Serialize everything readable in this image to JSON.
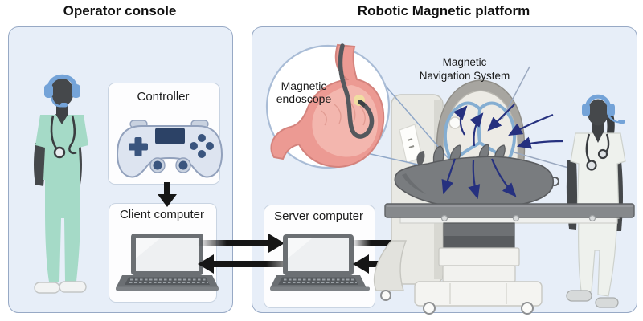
{
  "left_panel": {
    "title": "Operator console",
    "operator_figure": "operator-with-headset-icon",
    "controller_box": {
      "label": "Controller",
      "icon": "gamepad-icon"
    },
    "client_box": {
      "label": "Client computer",
      "icon": "laptop-icon"
    }
  },
  "right_panel": {
    "title": "Robotic Magnetic platform",
    "server_box": {
      "label": "Server computer",
      "icon": "laptop-icon"
    },
    "inset": {
      "label_line1": "Magnetic",
      "label_line2": "endoscope",
      "icon": "stomach-endoscope-icon"
    },
    "nav_system_label": {
      "line1": "Magnetic",
      "line2": "Navigation System"
    },
    "figures": {
      "assistant": "assistant-with-headset-icon",
      "subject": "pig-icon"
    },
    "equipment": [
      "magnetic-navigation-robot",
      "operating-table"
    ]
  },
  "connections": [
    {
      "from": "Controller",
      "to": "Client computer",
      "direction": "down"
    },
    {
      "from": "Client computer",
      "to": "Server computer",
      "direction": "bidirectional"
    },
    {
      "from": "Server computer",
      "to": "Robotic Magnetic platform",
      "direction": "bidirectional"
    }
  ],
  "colors": {
    "panel_fill": "#e7eef8",
    "panel_border": "#97a9c5",
    "box_fill": "#fdfdfe",
    "box_border": "#c9d4e2",
    "arrow_black": "#161616",
    "field_line_navy": "#26317f",
    "trefoil_blue": "#85aed2",
    "headset_blue": "#74a3d8",
    "scrub_mint": "#a5dac7",
    "scrub_white": "#eef1ed",
    "stomach_pink": "#ec9a93",
    "silhouette": "#45484b",
    "machine_grey": "#e9e9e4",
    "pig_grey": "#797c7f"
  }
}
